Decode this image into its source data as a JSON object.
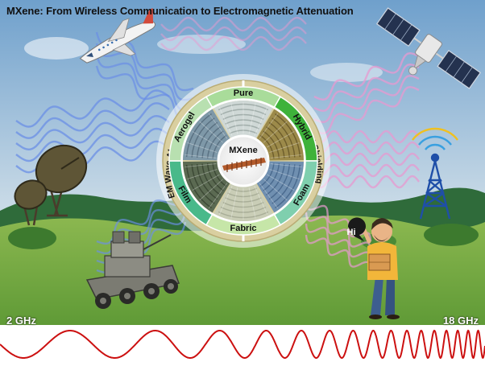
{
  "title": "MXene: From Wireless Communication to Electromagnetic Attenuation",
  "center_label": "MXene",
  "inner_ring": {
    "segments": [
      {
        "label": "Pure",
        "color": "#a9dc9a"
      },
      {
        "label": "Hybrid",
        "color": "#3eb23a"
      },
      {
        "label": "Foam",
        "color": "#7fcfae"
      },
      {
        "label": "Fabric",
        "color": "#c6e6a8"
      },
      {
        "label": "Film",
        "color": "#49b98a"
      },
      {
        "label": "Aerogel",
        "color": "#b8e0b0"
      }
    ]
  },
  "outer_ring": {
    "left_label": "EM Wave Absorption",
    "right_label": "EMI Shielding",
    "color": "#d9cfa0"
  },
  "speech_bubble": "Hi",
  "frequency": {
    "low": "2 GHz",
    "high": "18 GHz"
  },
  "colors": {
    "sky_top": "#6fa0cc",
    "sky_bottom": "#e8f0f4",
    "wave_blue": "#6b8fe6",
    "wave_pink": "#e79ad0",
    "signal_wave": "#cc1010"
  }
}
